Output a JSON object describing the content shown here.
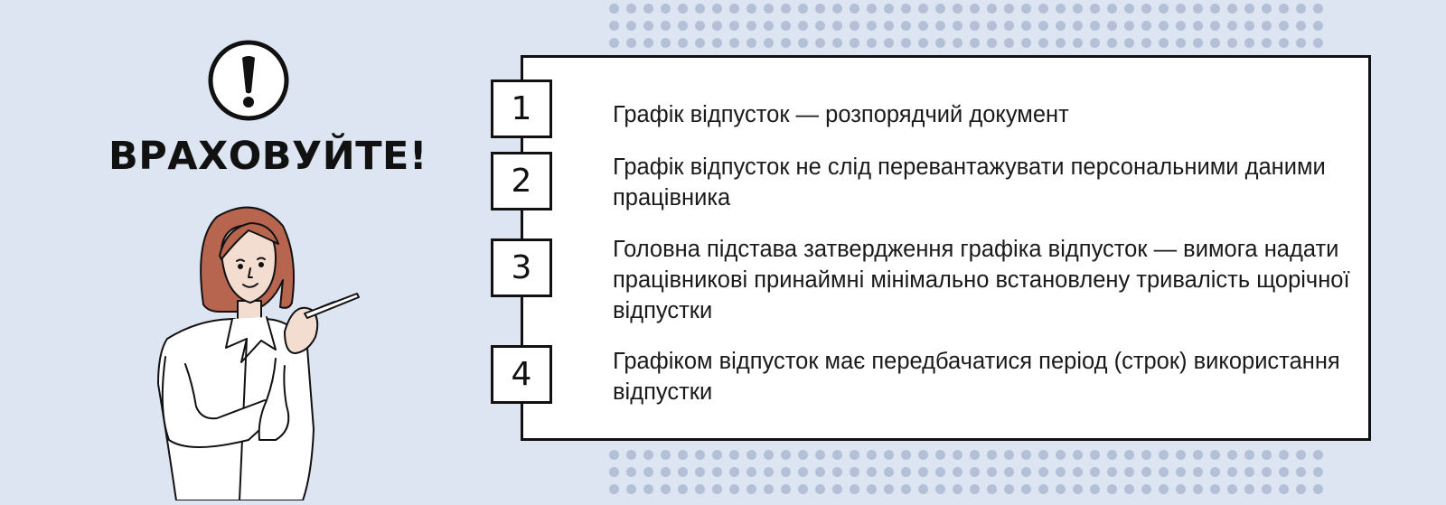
{
  "warning": {
    "icon": "exclamation-circle-icon",
    "title": "ВРАХОВУЙТЕ!"
  },
  "illustration": "woman-holding-pen",
  "items": [
    {
      "number": "1",
      "text": "Графік відпусток — розпорядчий документ"
    },
    {
      "number": "2",
      "text": "Графік відпусток не слід перевантажувати персональними даними працівника"
    },
    {
      "number": "3",
      "text": "Головна підстава затвердження графіка відпусток — вимога надати працівникові принаймні мінімально встановлену тривалість щорічної відпустки"
    },
    {
      "number": "4",
      "text": "Графіком відпусток має передбачатися період (строк) використання відпустки"
    }
  ],
  "colors": {
    "background": "#dde4f2",
    "dots": "#b3c0d6",
    "hair": "#b86550",
    "outline": "#111111"
  }
}
